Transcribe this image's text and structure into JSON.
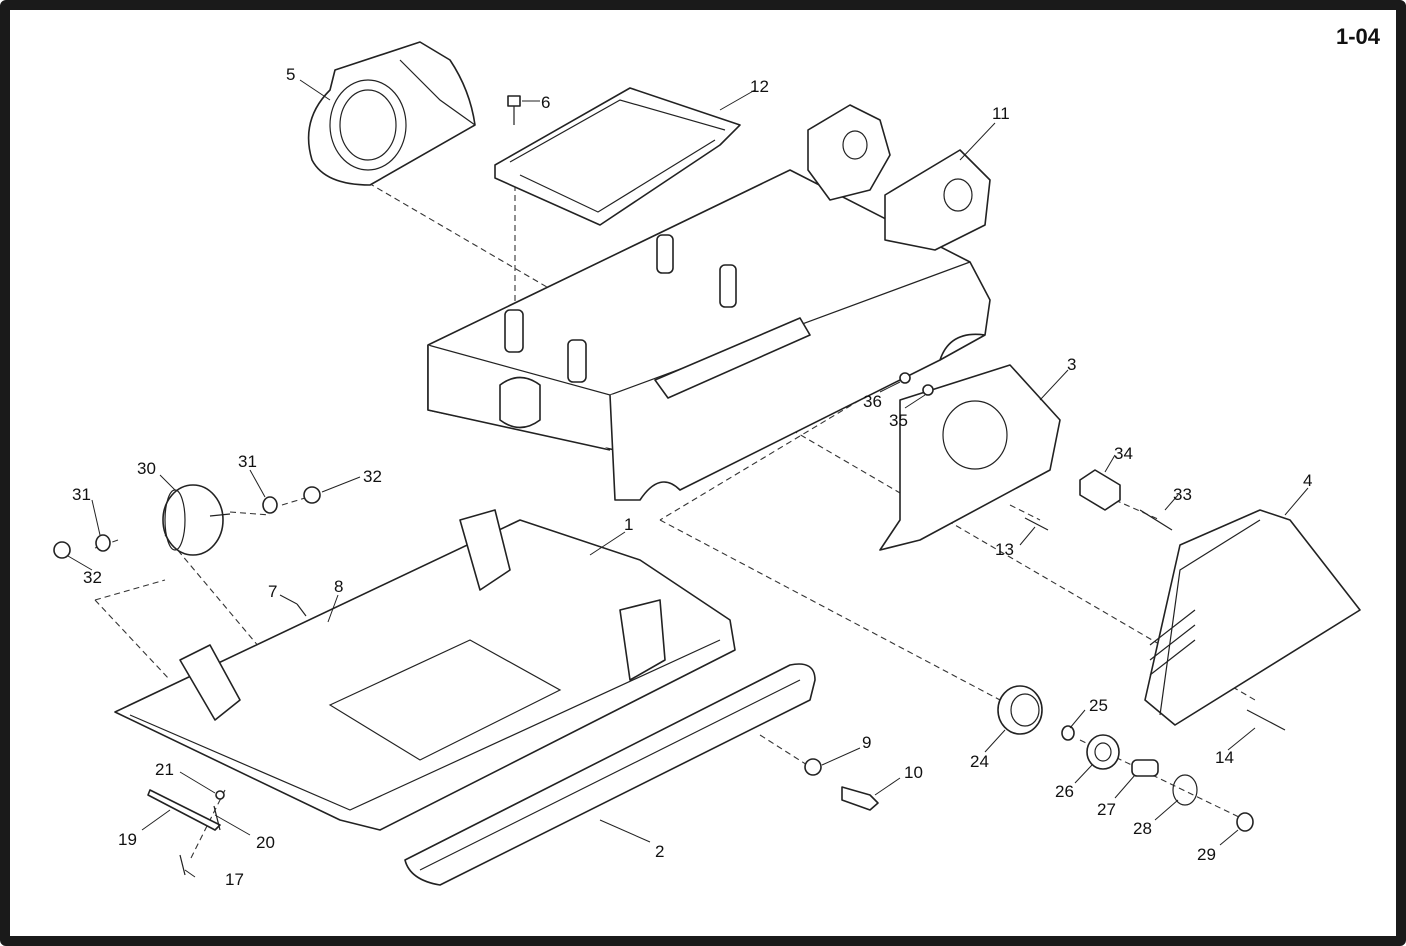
{
  "page_number": "1-04",
  "callouts": {
    "c1": "1",
    "c2": "2",
    "c3": "3",
    "c4": "4",
    "c5": "5",
    "c6": "6",
    "c7": "7",
    "c8": "8",
    "c9": "9",
    "c10": "10",
    "c11": "11",
    "c12": "12",
    "c13": "13",
    "c14": "14",
    "c17": "17",
    "c19": "19",
    "c20": "20",
    "c21": "21",
    "c24": "24",
    "c25": "25",
    "c26": "26",
    "c27": "27",
    "c28": "28",
    "c29": "29",
    "c30": "30",
    "c31a": "31",
    "c31b": "31",
    "c32a": "32",
    "c32b": "32",
    "c33": "33",
    "c34": "34",
    "c35": "35",
    "c36": "36"
  }
}
